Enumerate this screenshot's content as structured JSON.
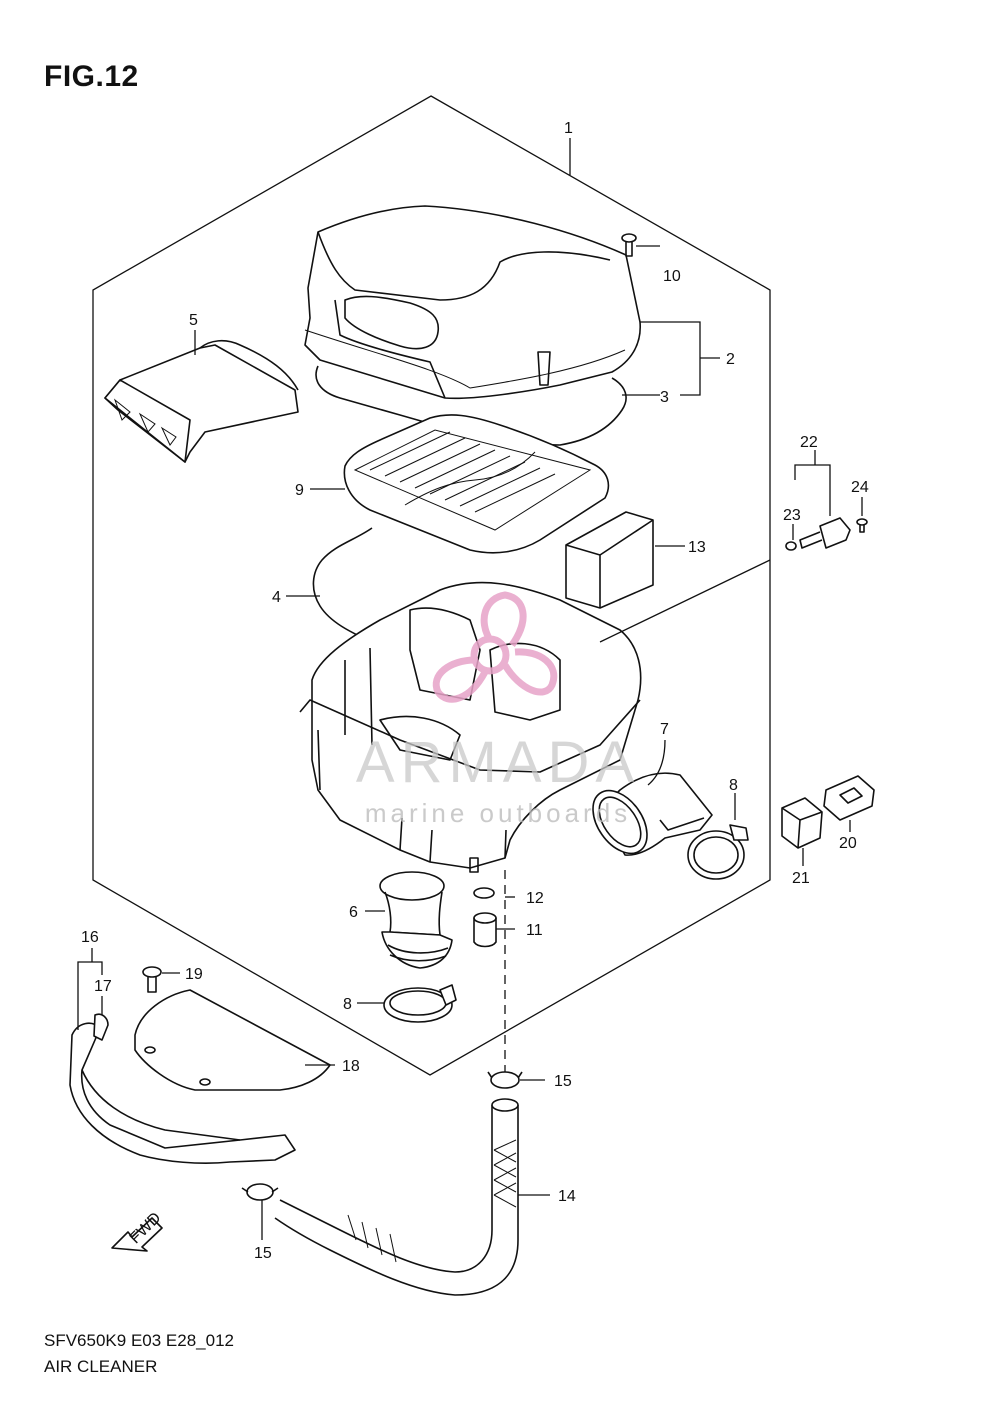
{
  "figure": {
    "title": "FIG.12",
    "model_code": "SFV650K9 E03 E28_012",
    "caption": "AIR CLEANER",
    "fwd_label": "FWD"
  },
  "watermark": {
    "brand": "ARMADA",
    "tagline": "marine outboards",
    "logo_color": "#e7a3c8"
  },
  "callouts": {
    "c1": "1",
    "c2": "2",
    "c3": "3",
    "c4": "4",
    "c5": "5",
    "c6": "6",
    "c7": "7",
    "c8a": "8",
    "c8b": "8",
    "c9": "9",
    "c10": "10",
    "c11": "11",
    "c12": "12",
    "c13": "13",
    "c14": "14",
    "c15a": "15",
    "c15b": "15",
    "c16": "16",
    "c17": "17",
    "c18": "18",
    "c19": "19",
    "c20": "20",
    "c21": "21",
    "c22": "22",
    "c23": "23",
    "c24": "24"
  }
}
